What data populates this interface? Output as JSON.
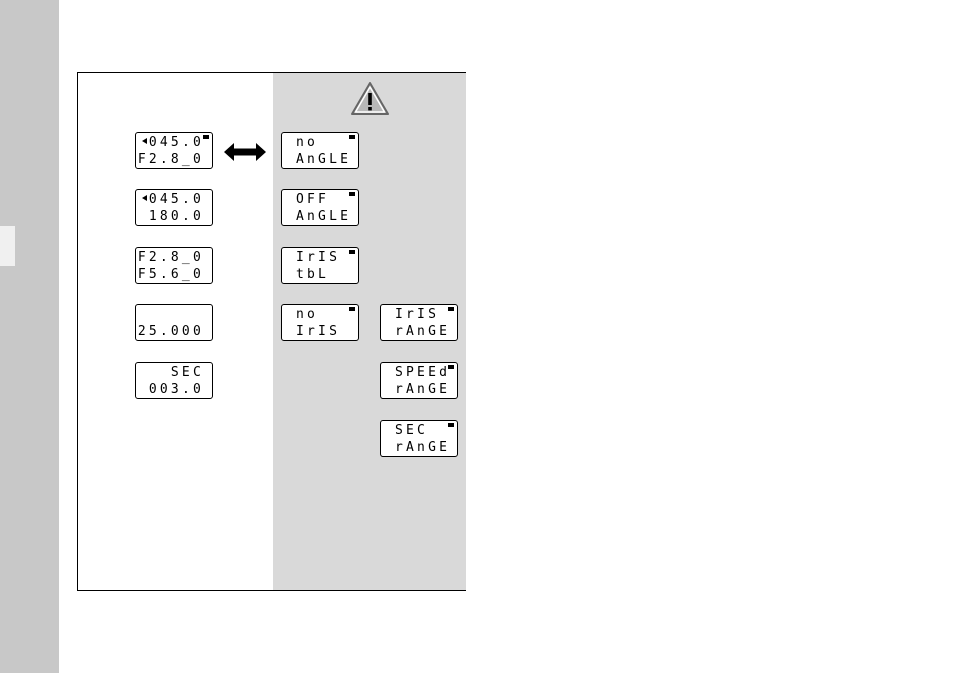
{
  "left_column": [
    {
      "line1": "045.0",
      "line2": "F2.8_0",
      "pointer": true
    },
    {
      "line1": "045.0",
      "line2": "180.0",
      "pointer": true
    },
    {
      "line1": "F2.8_0",
      "line2": "F5.6_0",
      "pointer": false
    },
    {
      "line1": "",
      "line2": "25.000",
      "pointer": false
    },
    {
      "line1": "SEC",
      "line2": "003.0",
      "pointer": false
    }
  ],
  "warning_column": [
    {
      "line1": "no",
      "line2": "AnGLE"
    },
    {
      "line1": "OFF",
      "line2": "AnGLE"
    },
    {
      "line1": "IrIS",
      "line2": "tbL"
    },
    {
      "line1": "no",
      "line2": "IrIS"
    }
  ],
  "range_column": [
    {
      "line1": "IrIS",
      "line2": "rAnGE"
    },
    {
      "line1": "SPEEd",
      "line2": "rAnGE"
    },
    {
      "line1": "SEC",
      "line2": "rAnGE"
    }
  ],
  "icons": {
    "warning": "warning-triangle-icon",
    "toggle": "double-arrow-icon"
  },
  "colors": {
    "warning_panel": "#d9d9d9",
    "side_strip": "#c8c8c8"
  }
}
